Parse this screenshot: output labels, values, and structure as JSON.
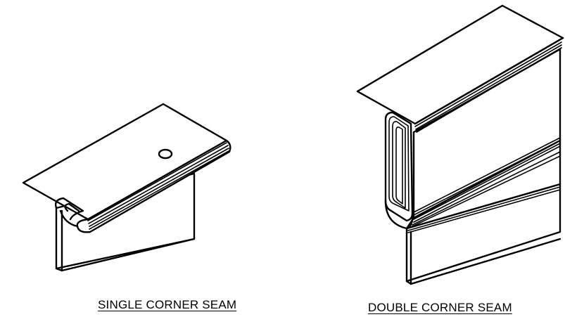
{
  "figures": [
    {
      "id": "single",
      "caption": "SINGLE CORNER SEAM"
    },
    {
      "id": "double",
      "caption": "DOUBLE CORNER SEAM"
    }
  ],
  "colors": {
    "line": "#000000",
    "background": "#ffffff"
  },
  "icons": {
    "hole": "circle-hole-icon"
  }
}
